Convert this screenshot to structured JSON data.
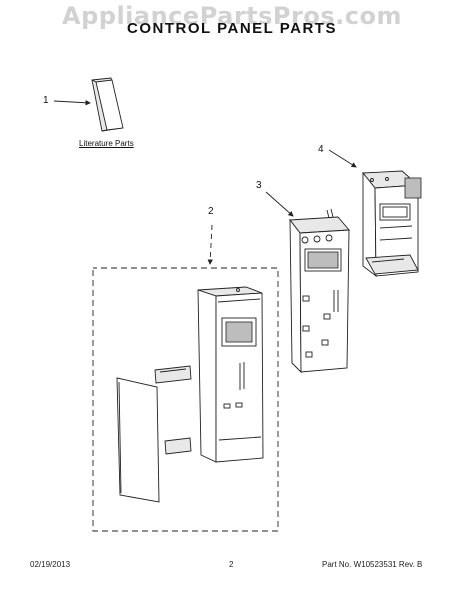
{
  "watermark": "AppliancePartsPros.com",
  "title": "CONTROL PANEL PARTS",
  "callouts": {
    "one": "1",
    "two": "2",
    "three": "3",
    "four": "4"
  },
  "literature_label": "Literature Parts",
  "footer": {
    "date": "02/19/2013",
    "page": "2",
    "part_number": "Part No. W10523531 Rev. B"
  }
}
